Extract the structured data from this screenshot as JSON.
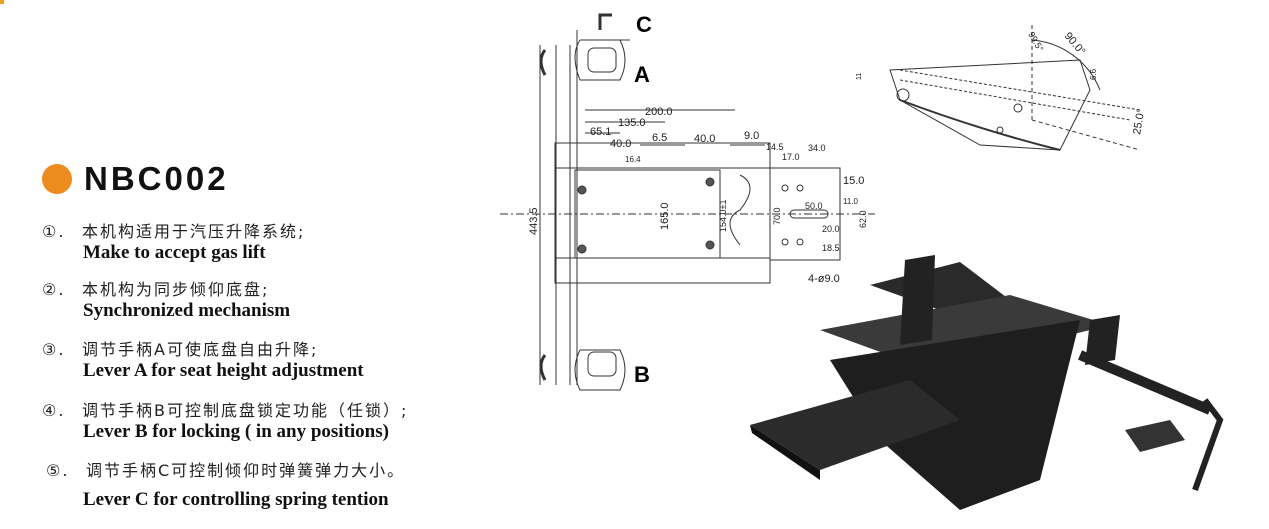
{
  "model": "NBC002",
  "features": [
    {
      "number": "①.",
      "cn": "本机构适用于汽压升降系统;",
      "en": "Make to accept gas lift"
    },
    {
      "number": "②.",
      "cn": "本机构为同步倾仰底盘;",
      "en": "Synchronized mechanism"
    },
    {
      "number": "③.",
      "cn": "调节手柄A可使底盘自由升降;",
      "en": "Lever A for seat height adjustment"
    },
    {
      "number": "④.",
      "cn": "调节手柄B可控制底盘锁定功能（任锁）;",
      "en": "Lever B for locking ( in any positions)"
    },
    {
      "number": "⑤.",
      "cn": "调节手柄C可控制倾仰时弹簧弹力大小。",
      "en": "Lever C for controlling spring tention"
    }
  ],
  "drawing": {
    "lever_labels": {
      "a": "A",
      "b": "B",
      "c": "C"
    },
    "dimensions": {
      "d200": "200.0",
      "d135": "135.0",
      "d65": "65.1",
      "d40a": "40.0",
      "d6_5": "6.5",
      "d40b": "40.0",
      "d9": "9.0",
      "d14_5": "14.5",
      "d16_4": "16.4",
      "d17": "17.0",
      "d34": "34.0",
      "d15": "15.0",
      "d443_5": "443.5",
      "d165": "165.0",
      "d154": "154.0±1",
      "d70": "70.0",
      "d50": "50.0",
      "d11": "11.0",
      "d62": "62.0",
      "d20": "20.0",
      "d18_5": "18.5",
      "holes": "4-ø9.0",
      "d11b": "11"
    },
    "angles": {
      "a90": "90.0°",
      "a99": "99.5°",
      "a25": "25.0°",
      "d6_6": "6.6"
    }
  }
}
